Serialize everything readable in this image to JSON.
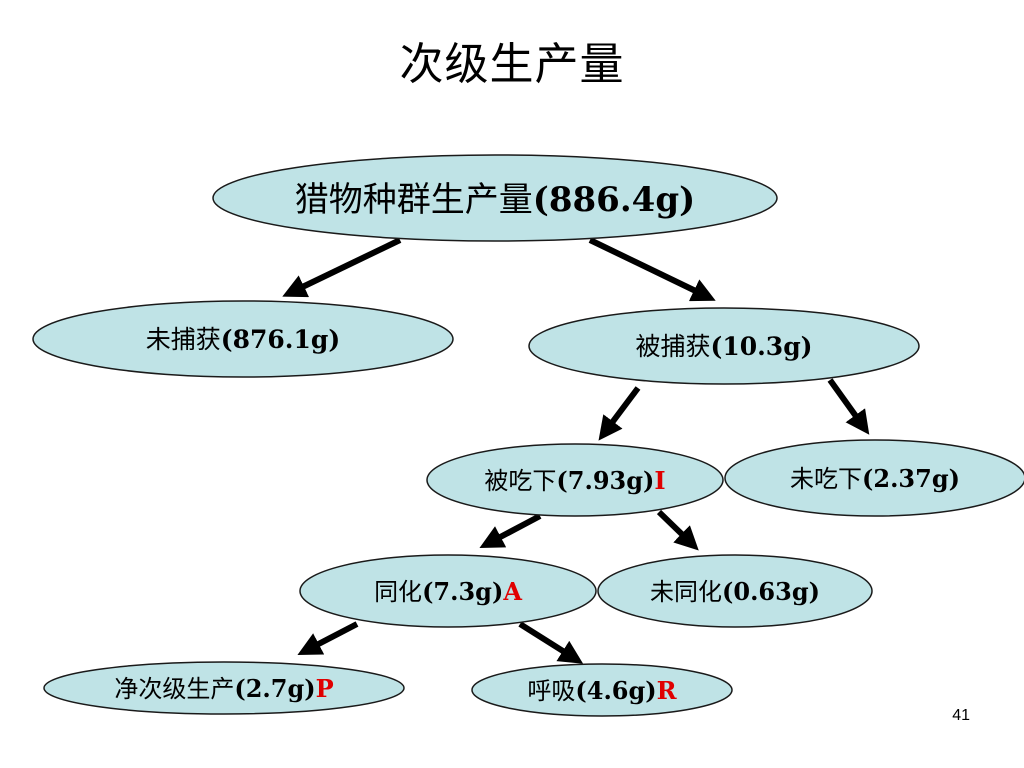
{
  "slide": {
    "title": "次级生产量",
    "page_number": "41"
  },
  "nodes": {
    "prey": {
      "zh": "猎物种群生产量",
      "value": "(886.4g)",
      "symbol": ""
    },
    "uncaught": {
      "zh": "未捕获",
      "value": "(876.1g)",
      "symbol": ""
    },
    "caught": {
      "zh": "被捕获",
      "value": "(10.3g)",
      "symbol": ""
    },
    "eaten": {
      "zh": "被吃下",
      "value": "(7.93g)",
      "symbol": "I"
    },
    "uneaten": {
      "zh": "未吃下",
      "value": "(2.37g)",
      "symbol": ""
    },
    "assimilated": {
      "zh": "同化",
      "value": "(7.3g)",
      "symbol": "A"
    },
    "unassimilated": {
      "zh": "未同化",
      "value": "(0.63g)",
      "symbol": ""
    },
    "net": {
      "zh": "净次级生产",
      "value": "(2.7g)",
      "symbol": "P"
    },
    "respiration": {
      "zh": "呼吸",
      "value": "(4.6g)",
      "symbol": "R"
    }
  },
  "colors": {
    "node_fill": "#bfe3e6",
    "symbol": "#e00000",
    "arrow": "#000000"
  }
}
